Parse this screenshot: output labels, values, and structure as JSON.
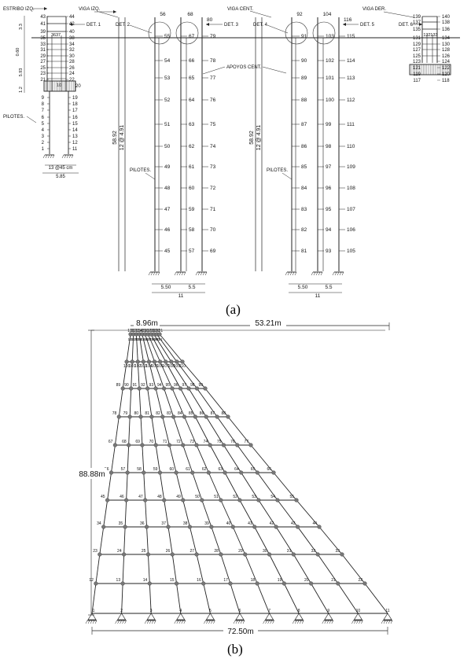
{
  "panel_a": {
    "caption": "(a)",
    "labels": {
      "estribo_izq": "ESTRIBO IZQ.",
      "viga_izq": "VIGA IZQ.",
      "viga_cent": "VIGA CENT.",
      "viga_der": "VIGA DER.",
      "det1": "DET. 1",
      "det2": "DET. 2",
      "det3": "DET. 3",
      "det4": "DET. 4",
      "det5": "DET. 5",
      "det6": "DET. 6",
      "apoyos_cent": "APOYOS CENT.",
      "pilotes": "PILOTES."
    },
    "dims": {
      "abut_3_3": "3.3",
      "abut_0_60": "0.60",
      "abut_5_93": "5.93",
      "abut_1_2": "1.2",
      "abut_spacing": "13 @45 cm",
      "abut_width": "5.85",
      "pier_height": "58.92",
      "pier_spacing": "12 @ 4.91",
      "pier_gap1": "5.50",
      "pier_gap2": "5.5",
      "pier_total": "11"
    },
    "abut_left_nodes": {
      "left": [
        "43",
        "41",
        "39",
        "35",
        "33",
        "31",
        "29",
        "27",
        "25",
        "23",
        "21",
        "9",
        "8",
        "7",
        "6",
        "5",
        "4",
        "3",
        "2",
        "1"
      ],
      "right": [
        "44",
        "42",
        "40",
        "38",
        "34",
        "32",
        "30",
        "28",
        "26",
        "24",
        "22",
        "20",
        "19",
        "18",
        "17",
        "16",
        "15",
        "14",
        "13",
        "12",
        "11"
      ],
      "extra": [
        "36",
        "37",
        "10"
      ]
    },
    "pier1": {
      "top": [
        "56",
        "68",
        "80"
      ],
      "c1": [
        "55",
        "54",
        "53",
        "52",
        "51",
        "50",
        "49",
        "48",
        "47",
        "46",
        "45"
      ],
      "c2": [
        "67",
        "66",
        "65",
        "64",
        "63",
        "62",
        "61",
        "60",
        "59",
        "58",
        "57"
      ],
      "c3": [
        "79",
        "78",
        "77",
        "76",
        "75",
        "74",
        "73",
        "72",
        "71",
        "70",
        "69"
      ]
    },
    "pier2": {
      "top": [
        "92",
        "104",
        "116"
      ],
      "c1": [
        "91",
        "90",
        "89",
        "88",
        "87",
        "86",
        "85",
        "84",
        "83",
        "82",
        "81"
      ],
      "c2": [
        "103",
        "102",
        "101",
        "100",
        "99",
        "98",
        "97",
        "96",
        "95",
        "94",
        "93"
      ],
      "c3": [
        "115",
        "114",
        "113",
        "112",
        "111",
        "110",
        "109",
        "108",
        "107",
        "106",
        "105"
      ]
    },
    "abut_right_nodes": {
      "left": [
        "139",
        "137",
        "135",
        "131",
        "129",
        "127",
        "125",
        "123",
        "121",
        "119",
        "117"
      ],
      "right": [
        "140",
        "138",
        "136",
        "134",
        "130",
        "128",
        "126",
        "124",
        "122",
        "120",
        "118"
      ],
      "extra": [
        "132",
        "133"
      ]
    }
  },
  "panel_b": {
    "caption": "(b)",
    "top_width": "8.96m",
    "offset": "53.21m",
    "height": "88.88m",
    "base_width": "72.50m",
    "row_labels": [
      [
        "1",
        "2",
        "3",
        "4",
        "5",
        "6",
        "7",
        "8",
        "9",
        "10",
        "11"
      ],
      [
        "12",
        "13",
        "14",
        "15",
        "16",
        "17",
        "18",
        "19",
        "20",
        "21",
        "22"
      ],
      [
        "23",
        "24",
        "25",
        "26",
        "27",
        "28",
        "29",
        "30",
        "31",
        "32",
        "33"
      ],
      [
        "34",
        "35",
        "36",
        "37",
        "38",
        "39",
        "40",
        "41",
        "42",
        "43",
        "44"
      ],
      [
        "45",
        "46",
        "47",
        "48",
        "49",
        "50",
        "51",
        "52",
        "53",
        "54",
        "55"
      ],
      [
        "56",
        "57",
        "58",
        "59",
        "60",
        "61",
        "62",
        "63",
        "64",
        "65",
        "66"
      ],
      [
        "67",
        "68",
        "69",
        "70",
        "71",
        "72",
        "73",
        "74",
        "75",
        "76",
        "77"
      ],
      [
        "78",
        "79",
        "80",
        "81",
        "82",
        "83",
        "84",
        "85",
        "86",
        "87",
        "88"
      ],
      [
        "89",
        "90",
        "91",
        "92",
        "93",
        "94",
        "95",
        "96",
        "97",
        "98",
        "99"
      ],
      [
        "100",
        "101",
        "102",
        "103",
        "104",
        "105",
        "106",
        "107",
        "108",
        "109",
        "110"
      ],
      [
        "111",
        "112",
        "113",
        "114",
        "115",
        "116",
        "117",
        "118",
        "119",
        "120",
        "121"
      ]
    ]
  }
}
